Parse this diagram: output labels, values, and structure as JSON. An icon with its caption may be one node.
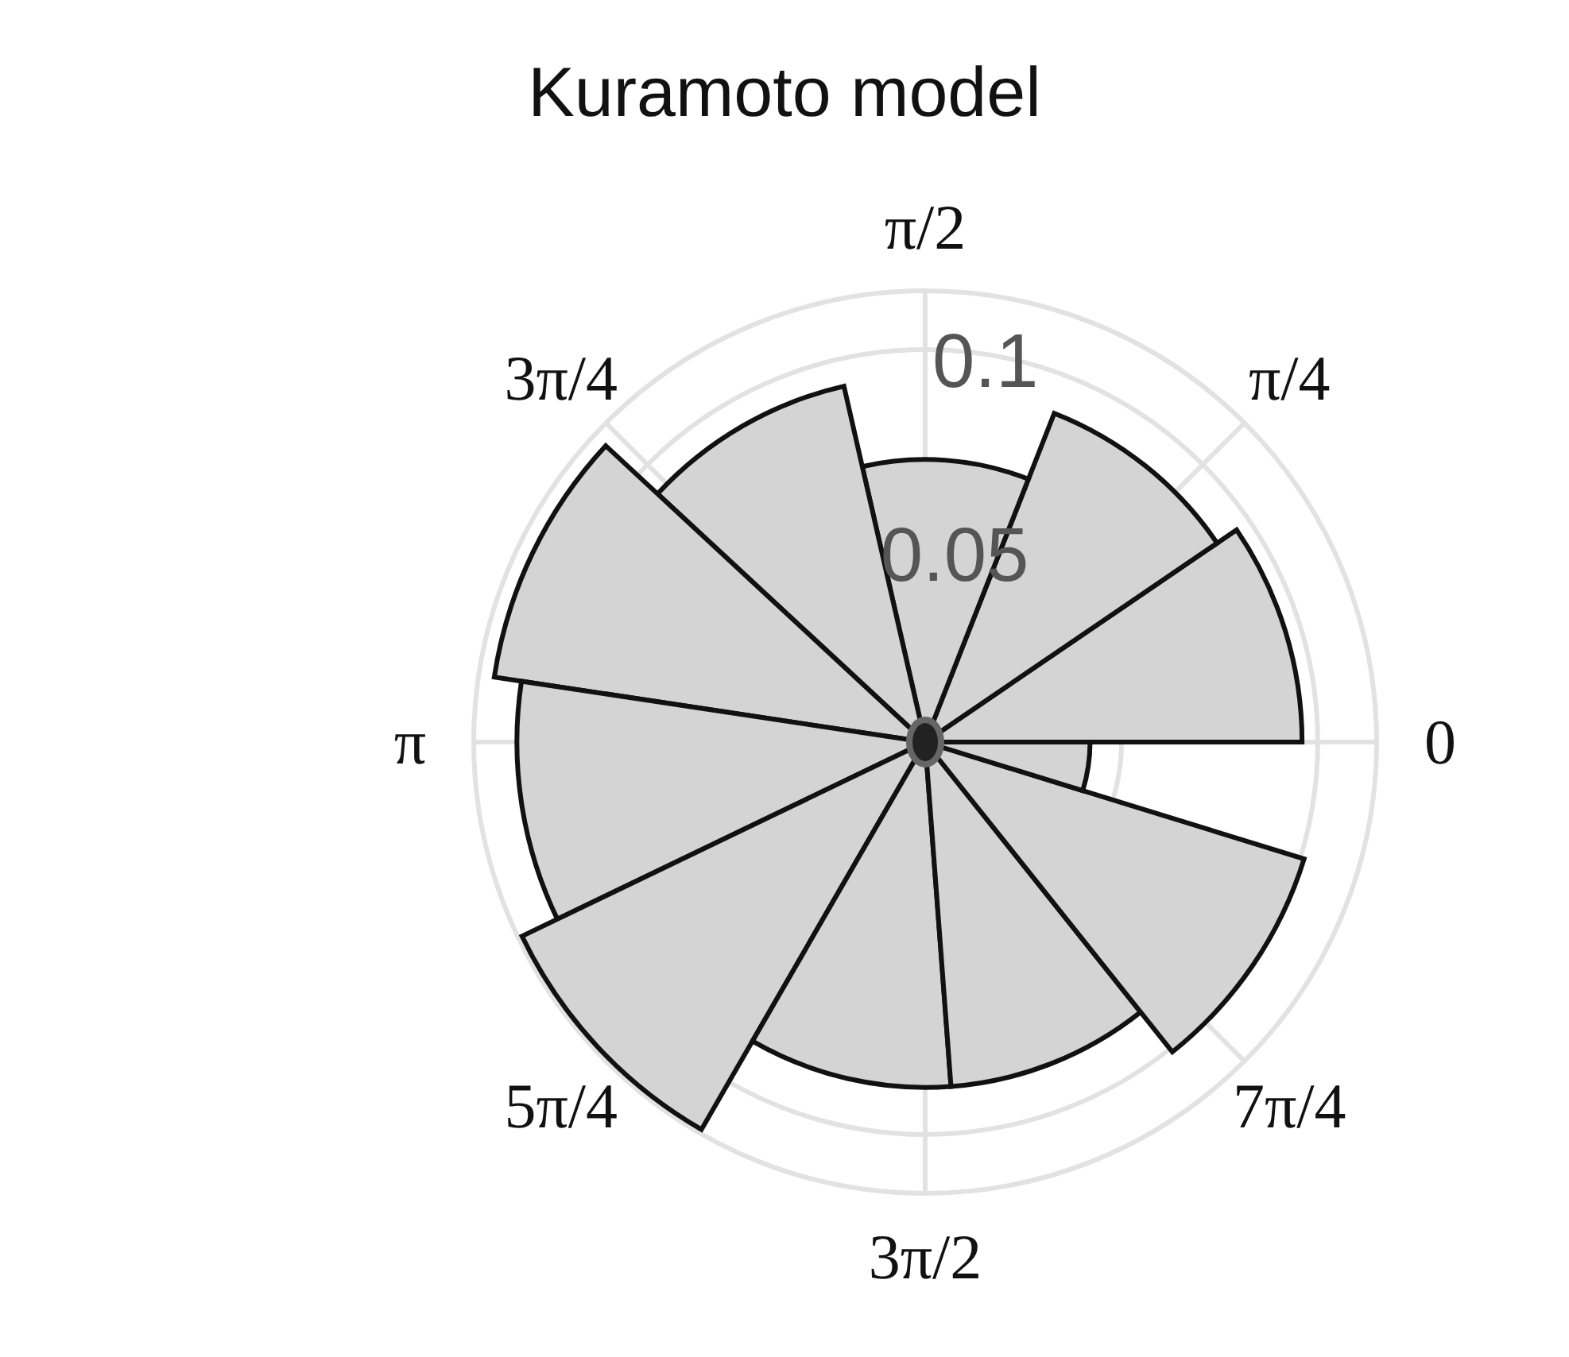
{
  "diagram": {
    "title": "Kuramoto model",
    "labels": [
      "π/2",
      "3π/4",
      "0.1",
      "π/4",
      "0.05",
      "π",
      "0",
      "5π/4",
      "7π/4",
      "3π/2"
    ]
  }
}
